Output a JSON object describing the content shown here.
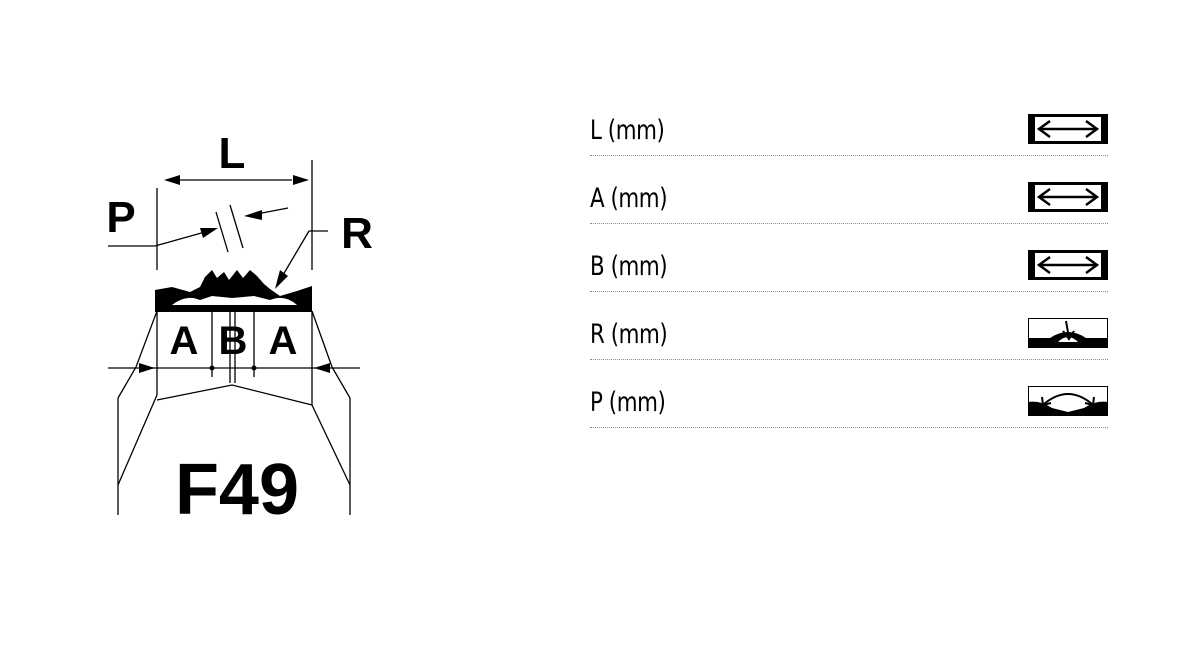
{
  "diagram": {
    "labels": {
      "top_width": "L",
      "pitch": "P",
      "radius": "R",
      "side_a_left": "A",
      "center_b": "B",
      "side_a_right": "A"
    },
    "model": "F49"
  },
  "specs": [
    {
      "label": "L (mm)",
      "icon": "width-arrow-icon"
    },
    {
      "label": "A (mm)",
      "icon": "width-arrow-icon"
    },
    {
      "label": "B (mm)",
      "icon": "width-arrow-icon"
    },
    {
      "label": "R (mm)",
      "icon": "radius-arrow-icon"
    },
    {
      "label": "P (mm)",
      "icon": "pitch-arc-icon"
    }
  ]
}
